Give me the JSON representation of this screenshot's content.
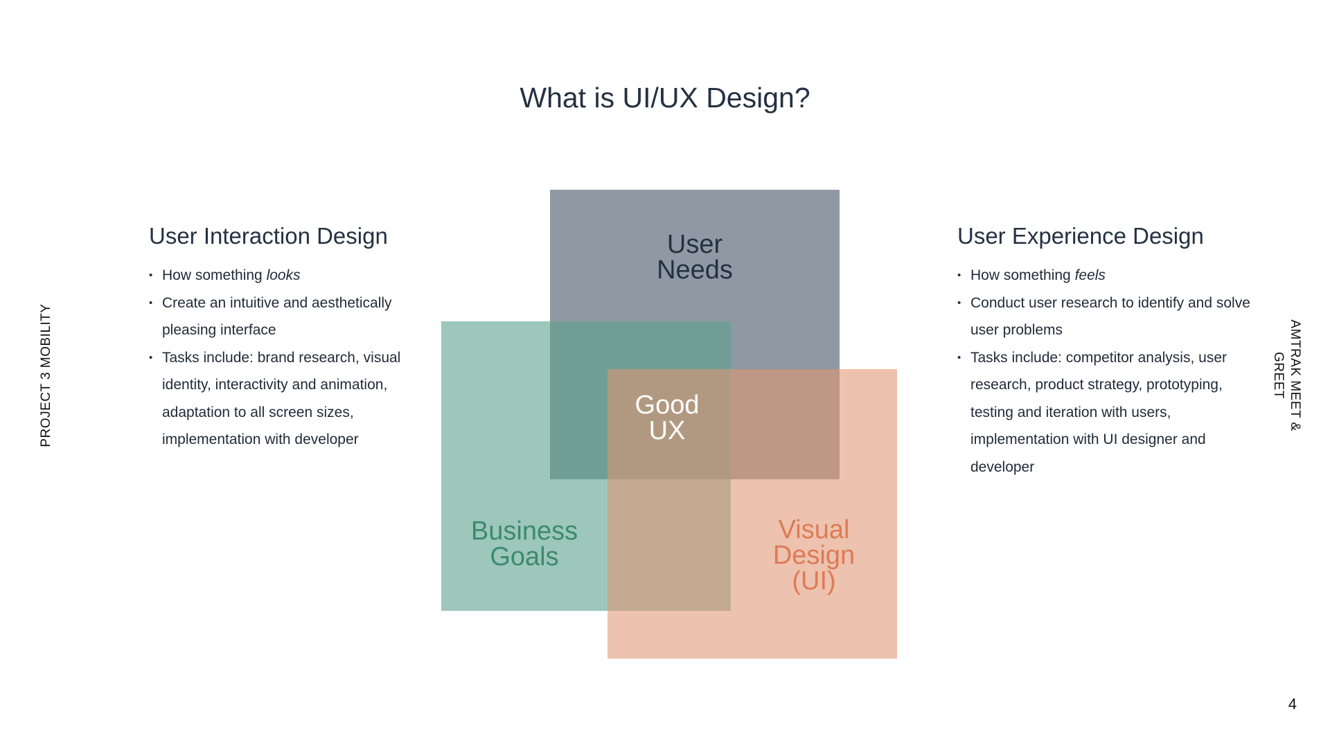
{
  "slide": {
    "title": "What is UI/UX Design?",
    "side_left": "PROJECT 3 MOBILITY",
    "side_right": "AMTRAK MEET & GREET",
    "page_number": "4"
  },
  "left_column": {
    "heading": "User Interaction Design",
    "bullet1_prefix": "How something ",
    "bullet1_emphasis": "looks",
    "bullet2": "Create an intuitive and aesthetically pleasing interface",
    "bullet3": "Tasks include: brand research, visual identity, interactivity and animation, adaptation to all screen sizes, implementation with developer"
  },
  "right_column": {
    "heading": "User Experience Design",
    "bullet1_prefix": "How something ",
    "bullet1_emphasis": "feels",
    "bullet2": "Conduct user research to identify and solve user problems",
    "bullet3": "Tasks include: competitor analysis, user research, product strategy, prototyping, testing and iteration with users, implementation with UI designer and developer"
  },
  "diagram": {
    "user_needs": "User\nNeeds",
    "good_ux": "Good\nUX",
    "business_goals": "Business\nGoals",
    "visual_design": "Visual\nDesign\n(UI)",
    "colors": {
      "user_needs": "#64717f",
      "business_goals": "#5ca28c",
      "visual_design": "#e09674",
      "business_label": "#3d8a6e",
      "visual_label": "#dc7b56",
      "heading_text": "#243142"
    }
  }
}
